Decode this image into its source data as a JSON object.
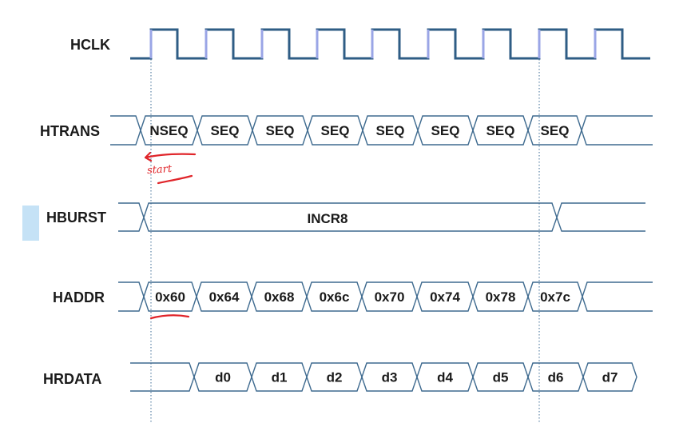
{
  "signals": {
    "hclk": "HCLK",
    "htrans": "HTRANS",
    "hburst": "HBURST",
    "haddr": "HADDR",
    "hrdata": "HRDATA"
  },
  "htrans_cells": [
    "NSEQ",
    "SEQ",
    "SEQ",
    "SEQ",
    "SEQ",
    "SEQ",
    "SEQ",
    "SEQ"
  ],
  "hburst_value": "INCR8",
  "haddr_cells": [
    "0x60",
    "0x64",
    "0x68",
    "0x6c",
    "0x70",
    "0x74",
    "0x78",
    "0x7c"
  ],
  "hrdata_cells": [
    "d0",
    "d1",
    "d2",
    "d3",
    "d4",
    "d5",
    "d6",
    "d7"
  ],
  "annotation": {
    "handwritten": "start"
  },
  "colors": {
    "waveform": "#3e6a8f",
    "clock": "#2f5d85",
    "clock_rising_edge": "#9aa5e6",
    "annotation_ink": "#e0252a",
    "side_marker": "#c5e2f6"
  }
}
